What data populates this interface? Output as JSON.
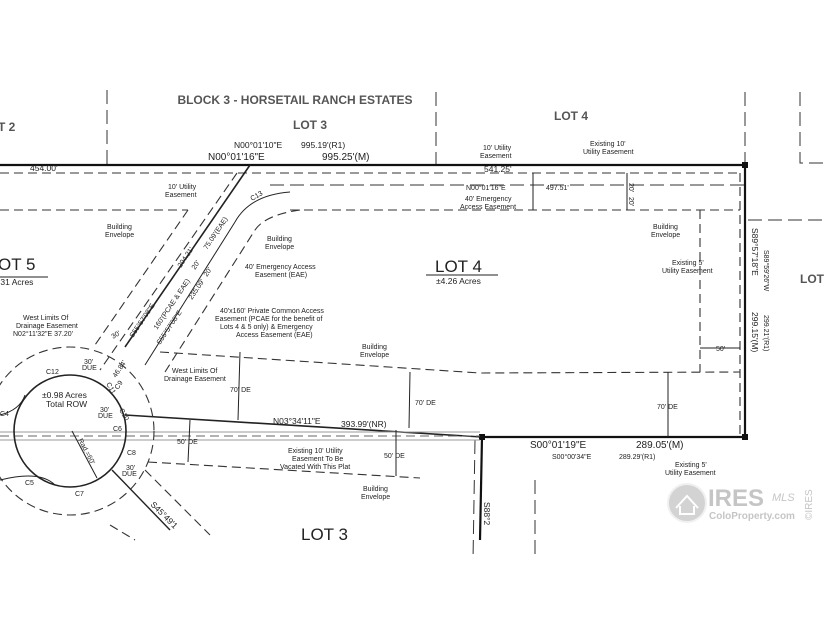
{
  "header": {
    "block_title": "BLOCK 3 - HORSETAIL RANCH ESTATES"
  },
  "top_lots": {
    "lot2": "T 2",
    "lot3": "LOT 3",
    "lot4": "LOT 4"
  },
  "bearings": {
    "north_r1_bearing": "N00°01'10\"E",
    "north_r1_dist": "995.19'(R1)",
    "north_m_bearing": "N00°01'16\"E",
    "north_m_dist": "995.25'(M)",
    "dist_454": "454.00'",
    "dist_541": "541.25'",
    "inner_bearing": "N00°01'16\"E",
    "dist_497": "497.51'",
    "east_m_bearing": "S89°57'18\"E",
    "east_r1_bearing": "S89°59'26\"W",
    "east_r1_dist": "299.21'(R1)",
    "east_m_dist": "299.15'(M)",
    "south_m_bearing": "S00°01'19\"E",
    "south_m_dist": "289.05'(M)",
    "south_r1_bearing": "S00°00'34\"E",
    "south_r1_dist": "289.29'(R1)",
    "nr_bearing": "N03°34'11\"E",
    "nr_dist": "393.99'(NR)",
    "diag1": "S55°57'08\"E",
    "diag1_dist": "204.21'",
    "diag2": "S55°57'08\"E",
    "diag2_dist": "235.09'",
    "eae_dist": "75.09'(EAE)",
    "pcae_dist": "160'(PCAE & EAE)",
    "dist_4684": "46.84'",
    "rad": "Rad.=60'",
    "south_diag": "S45°49'1",
    "s88": "S88°2"
  },
  "labels": {
    "utility_10_a": [
      "10' Utility",
      "Easement"
    ],
    "utility_10_b": [
      "10' Utility",
      "Easement"
    ],
    "existing_10": [
      "Existing 10'",
      "Utility Easement"
    ],
    "emergency_40": [
      "40' Emergency",
      "Access Easement"
    ],
    "bldg_env_1": [
      "Building",
      "Envelope"
    ],
    "bldg_env_2": [
      "Building",
      "Envelope"
    ],
    "bldg_env_3": [
      "Building",
      "Envelope"
    ],
    "bldg_env_4": [
      "Building",
      "Envelope"
    ],
    "bldg_env_5": [
      "Building",
      "Envelope"
    ],
    "eae_40": [
      "40' Emergency Access",
      "Easement (EAE)"
    ],
    "pcae": [
      "40'x160' Private Common Access",
      "Easement (PCAE for the benefit of",
      "Lots 4 & 5 only) & Emergency",
      "Access Easement (EAE)"
    ],
    "west_limits_1": [
      "West Limits Of",
      "Drainage Easement",
      "N02°11'32\"E    37.20'"
    ],
    "west_limits_2": [
      "West Limits Of",
      "Drainage Easement"
    ],
    "existing_5_a": [
      "Existing 5'",
      "Utility Easement"
    ],
    "existing_5_b": [
      "Existing 5'",
      "Utility Easement"
    ],
    "vacated": [
      "Existing 10' Utility",
      "Easement To Be",
      "Vacated With This Plat"
    ],
    "row": [
      "±0.98 Acres",
      "Total ROW"
    ],
    "de70_a": "70' DE",
    "de70_b": "70' DE",
    "de70_c": "70' DE",
    "de50_a": "50' DE",
    "de50_b": "50' DE",
    "dim50": "50'",
    "dim20_a": "20'",
    "dim20_b": "20'",
    "dim20_c": "20'",
    "dim20_d": "20'",
    "dim30": "30'",
    "due_a": [
      "30'",
      "DUE"
    ],
    "due_b": [
      "30'",
      "DUE"
    ],
    "due_c": [
      "30'",
      "DUE"
    ],
    "curves": {
      "c4": "C4",
      "c5": "C5",
      "c6": "C6",
      "c7": "C7",
      "c8": "C8",
      "c9": "C9",
      "c10": "C10",
      "c11": "C11",
      "c12": "C12",
      "c13": "C13"
    }
  },
  "lots": {
    "lot4_title": "LOT 4",
    "lot4_acres": "±4.26 Acres",
    "lot5_title": "OT  5",
    "lot5_acres": ".31 Acres",
    "lot3_bottom": "LOT  3",
    "lot_right": "LOT"
  },
  "watermark": {
    "brand": "IRES",
    "mls": "MLS",
    "site": "ColoProperty.com",
    "copyright": "©IRES"
  }
}
